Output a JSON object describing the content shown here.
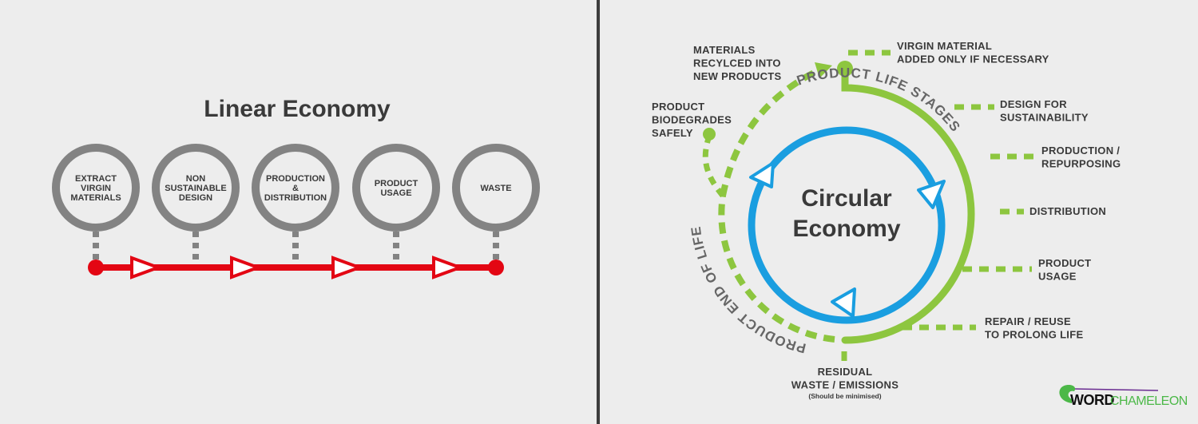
{
  "colors": {
    "background": "#ededed",
    "divider": "#3d3d3d",
    "gray": "#838383",
    "red": "#e30613",
    "green": "#8dc63f",
    "blue": "#1a9ee0",
    "text": "#3a3a3a"
  },
  "linear": {
    "title": "Linear Economy",
    "stages": [
      [
        "EXTRACT",
        "VIRGIN",
        "MATERIALS"
      ],
      [
        "NON",
        "SUSTAINABLE",
        "DESIGN"
      ],
      [
        "PRODUCTION",
        "&",
        "DISTRIBUTION"
      ],
      [
        "PRODUCT",
        "USAGE"
      ],
      [
        "WASTE"
      ]
    ]
  },
  "circular": {
    "title_line1": "Circular",
    "title_line2": "Economy",
    "arc_life_stages": "PRODUCT LIFE STAGES",
    "arc_end_of_life": "PRODUCT END OF LIFE",
    "labels": {
      "virgin": [
        "VIRGIN MATERIAL",
        "ADDED ONLY IF NECESSARY"
      ],
      "recycled": [
        "MATERIALS",
        "RECYLCED INTO",
        "NEW PRODUCTS"
      ],
      "biodegrades": [
        "PRODUCT",
        "BIODEGRADES",
        "SAFELY"
      ],
      "design": [
        "DESIGN FOR",
        "SUSTAINABILITY"
      ],
      "production": [
        "PRODUCTION /",
        "REPURPOSING"
      ],
      "distribution": [
        "DISTRIBUTION"
      ],
      "usage": [
        "PRODUCT",
        "USAGE"
      ],
      "repair": [
        "REPAIR / REUSE",
        "TO PROLONG LIFE"
      ],
      "residual": [
        "RESIDUAL",
        "WASTE / EMISSIONS"
      ],
      "residual_note": "(Should be minimised)"
    }
  },
  "logo": {
    "word": "WORD",
    "chameleon": "CHAMELEON"
  }
}
